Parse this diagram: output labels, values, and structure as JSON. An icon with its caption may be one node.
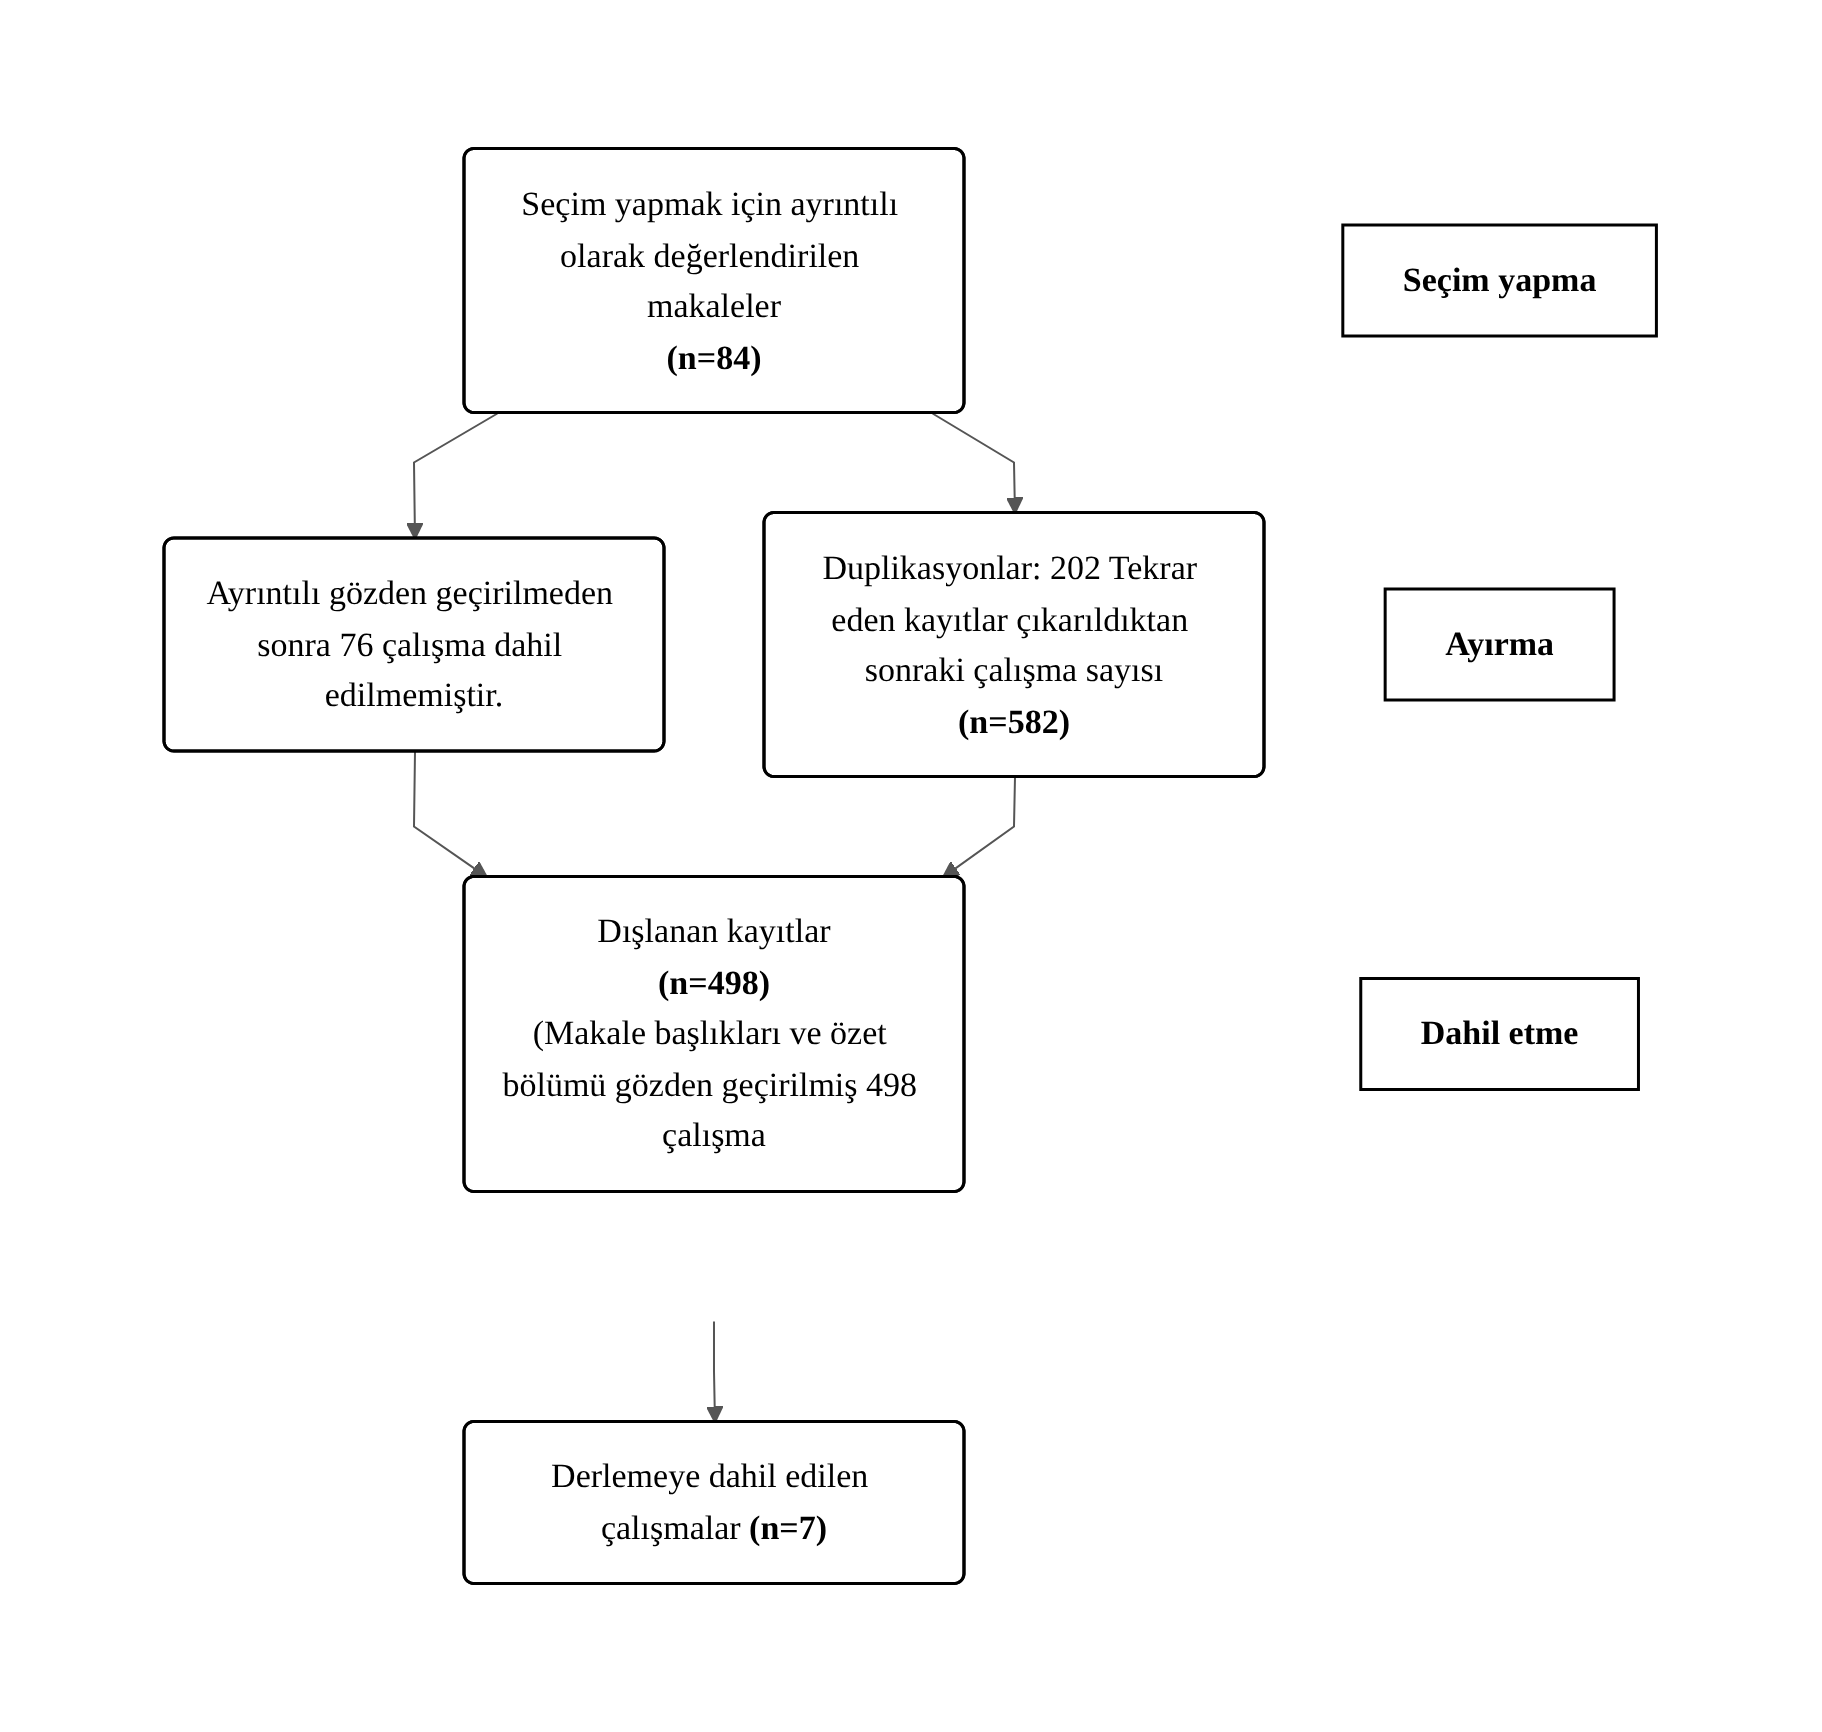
{
  "diagram": {
    "nodes": [
      {
        "text": [
          "Seçim yapma"
        ]
      },
      {
        "text": [
          "Seçim yapmak için ayrıntılı olarak değerlendirilen makaleler",
          "(n=84)"
        ]
      },
      {
        "text": [
          "Ayrıntılı gözden geçirilmeden sonra 76 çalışma dahil edilmemiştir."
        ]
      },
      {
        "text": [
          "Ayırma"
        ]
      },
      {
        "text": [
          "Duplikasyonlar: 202 Tekrar eden kayıtlar çıkarıldıktan sonraki çalışma sayısı",
          "(n=582)"
        ]
      },
      {
        "text": [
          "Dışlanan kayıtlar",
          "(n=498)",
          "(Makale başlıkları ve özet bölümü gözden geçirilmiş 498 çalışma"
        ]
      },
      {
        "text": [
          "Dahil etme"
        ]
      },
      {
        "text": [
          "Derlemeye dahil edilen çalışmalar",
          "(n=7)"
        ]
      }
    ],
    "edges": [
      {
        "from": 1,
        "to": 2,
        "arrow": "to"
      },
      {
        "from": 1,
        "to": 4,
        "arrow": "to"
      },
      {
        "from": 2,
        "to": 5,
        "arrow": "to"
      },
      {
        "from": 4,
        "to": 5,
        "arrow": "to"
      },
      {
        "from": null,
        "to": 7,
        "arrow": "to"
      }
    ]
  }
}
